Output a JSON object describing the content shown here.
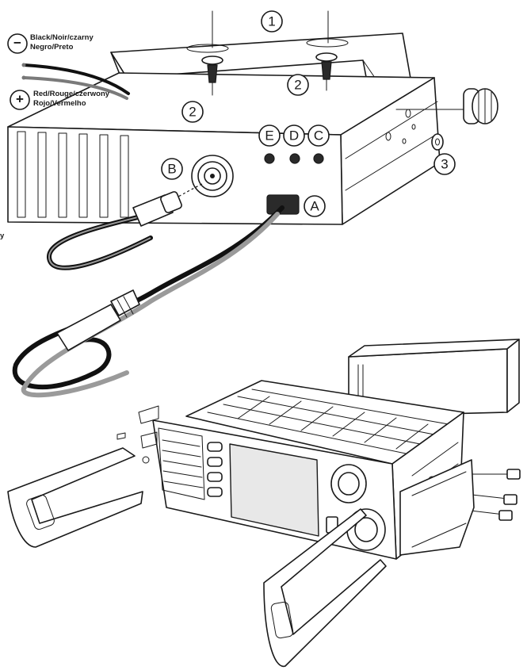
{
  "callouts": {
    "bracket": "1",
    "screw_left": "2",
    "screw_right": "2",
    "knob": "3",
    "connector_power": "A",
    "connector_antenna": "B",
    "jack_c": "C",
    "jack_d": "D",
    "jack_e": "E"
  },
  "wires": {
    "negative": {
      "sign": "−",
      "line1": "Black/Noir/czarny",
      "line2": "Negro/Preto",
      "color": "#1a1a1a"
    },
    "positive": {
      "sign": "+",
      "line1": "Red/Rouge/czerwony",
      "line2": "Rojo/Vermelho",
      "color": "#7a7a7a"
    }
  },
  "stray_text": "y",
  "colors": {
    "line": "#1a1a1a",
    "cable_black": "#111111",
    "cable_grey": "#9a9a9a",
    "background": "#ffffff"
  }
}
